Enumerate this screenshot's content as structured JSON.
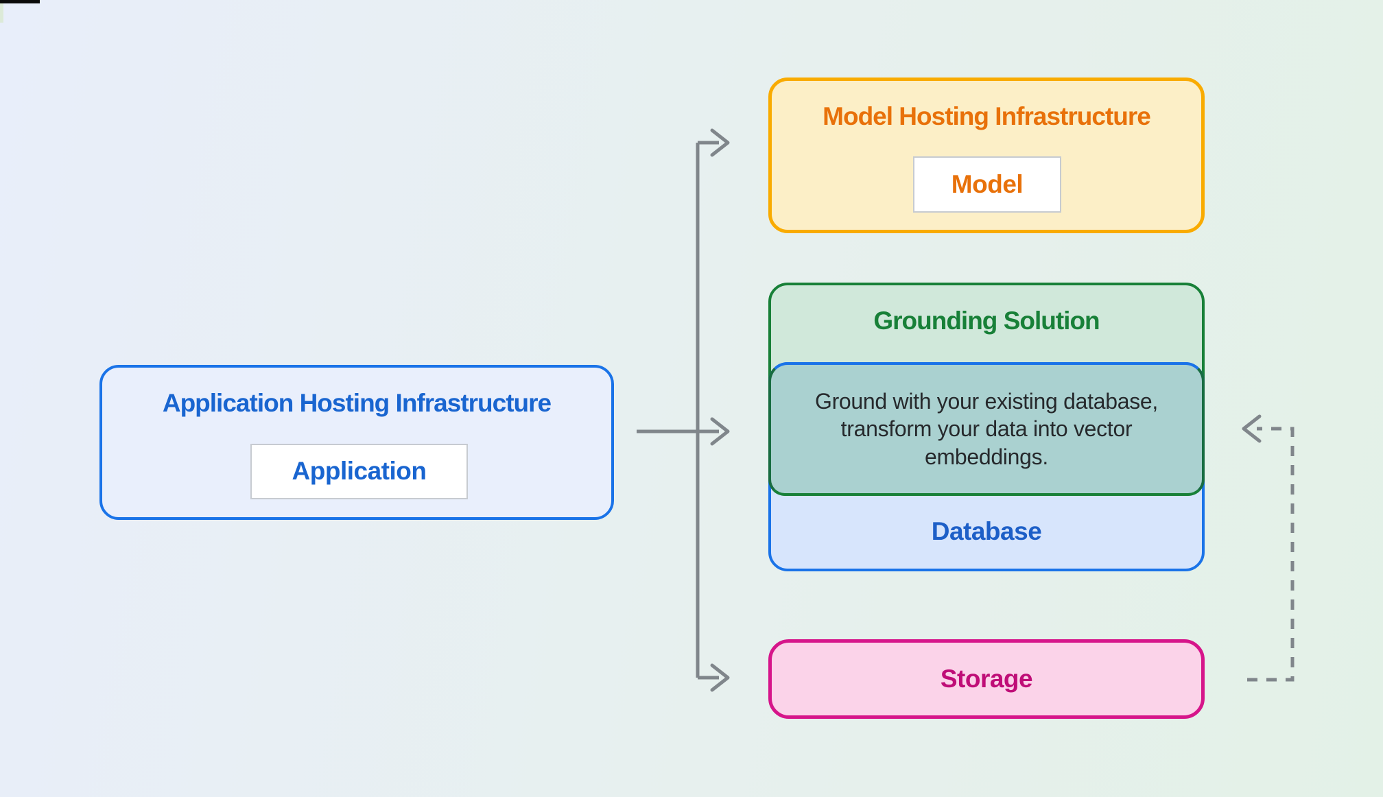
{
  "background": {
    "gradient_left": "#e8eefa",
    "gradient_mid": "#e7f0ee",
    "gradient_right": "#e3f1e7"
  },
  "boxes": {
    "application": {
      "title": "Application Hosting Infrastructure",
      "chip": "Application",
      "border_color": "#1a73e8",
      "fill": "#e9effc",
      "text_color": "#1965d0"
    },
    "model": {
      "title": "Model Hosting Infrastructure",
      "chip": "Model",
      "border_color": "#f9ab00",
      "fill": "#fcefc7",
      "text_color": "#e8710a"
    },
    "grounding": {
      "title": "Grounding Solution",
      "border_color": "#188038",
      "fill": "#d0e8da",
      "text_color": "#188038",
      "overlap_fill": "#aad1d0",
      "overlap_side_border": "#186c41",
      "description_lines": [
        "Ground with your existing database,",
        "transform your data into vector",
        "embeddings."
      ],
      "description_color": "#26292c"
    },
    "database": {
      "label": "Database",
      "border_color": "#1a73e8",
      "fill": "#d7e5fc",
      "text_color": "#1d5fc7"
    },
    "storage": {
      "label": "Storage",
      "border_color": "#d6158a",
      "fill": "#fbd3e9",
      "text_color": "#bf0d77"
    }
  },
  "chip_style": {
    "background": "#ffffff",
    "border_color": "#c7cbd1"
  },
  "connectors": {
    "solid_color": "#80868b",
    "dashed_color": "#80868b",
    "solid_arrowheads": 3,
    "dashed_arrowheads": 1
  }
}
